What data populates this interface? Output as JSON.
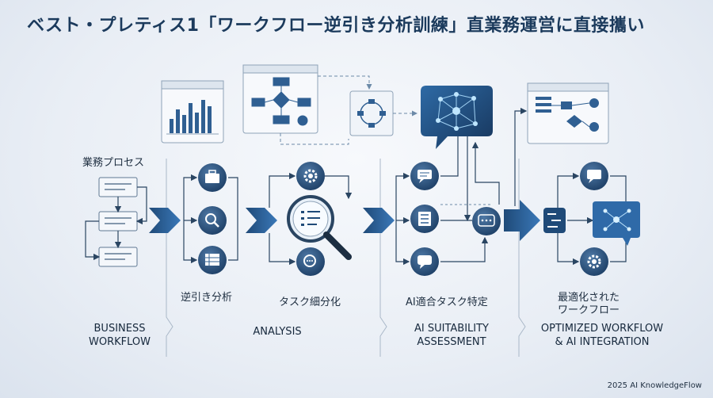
{
  "title": "ベスト・プレティス1「ワークフロー逆引き分析訓練」直業務運営に直接攜い",
  "labels": {
    "business_process": "業務プロセス",
    "reverse_analysis": "逆引き分析",
    "task_breakdown": "タスク細分化",
    "ai_task_identification": "AI適合タスク特定",
    "optimized_line1": "最適化された",
    "optimized_line2": "ワークフロー"
  },
  "captions": {
    "business_1": "BUSINESS",
    "business_2": "WORKFLOW",
    "analysis": "ANALYSIS",
    "ai_1": "AI SUITABILITY",
    "ai_2": "ASSESSMENT",
    "opt_1": "OPTIMIZED WORKFLOW",
    "opt_2": "& AI INTEGRATION"
  },
  "copyright": "2025 AI KnowledgeFlow",
  "colors": {
    "navy": "#1f4a78",
    "accent": "#2f6aa8",
    "line": "#2a4562",
    "card": "#f4f7fb"
  }
}
